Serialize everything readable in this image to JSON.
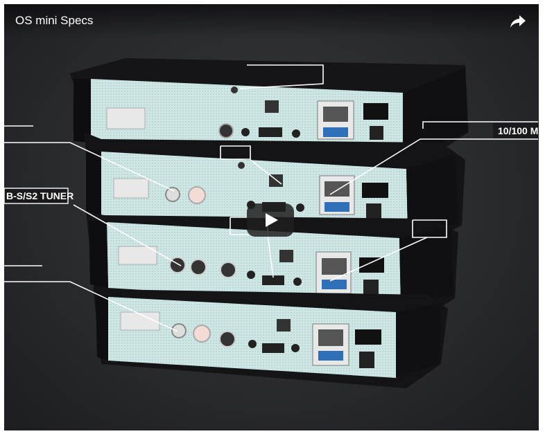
{
  "video": {
    "title": "OS mini Specs"
  },
  "icons": {
    "share": "share-arrow-icon",
    "play": "play-icon"
  },
  "callouts": {
    "right_top": "10/100 M",
    "left_tuner": "B-S/S2 TUNER"
  },
  "colors": {
    "background": "#2a2b2e",
    "panel": "#cfe9e6",
    "line": "#ffffff",
    "play_button": "#1f1f1f"
  }
}
